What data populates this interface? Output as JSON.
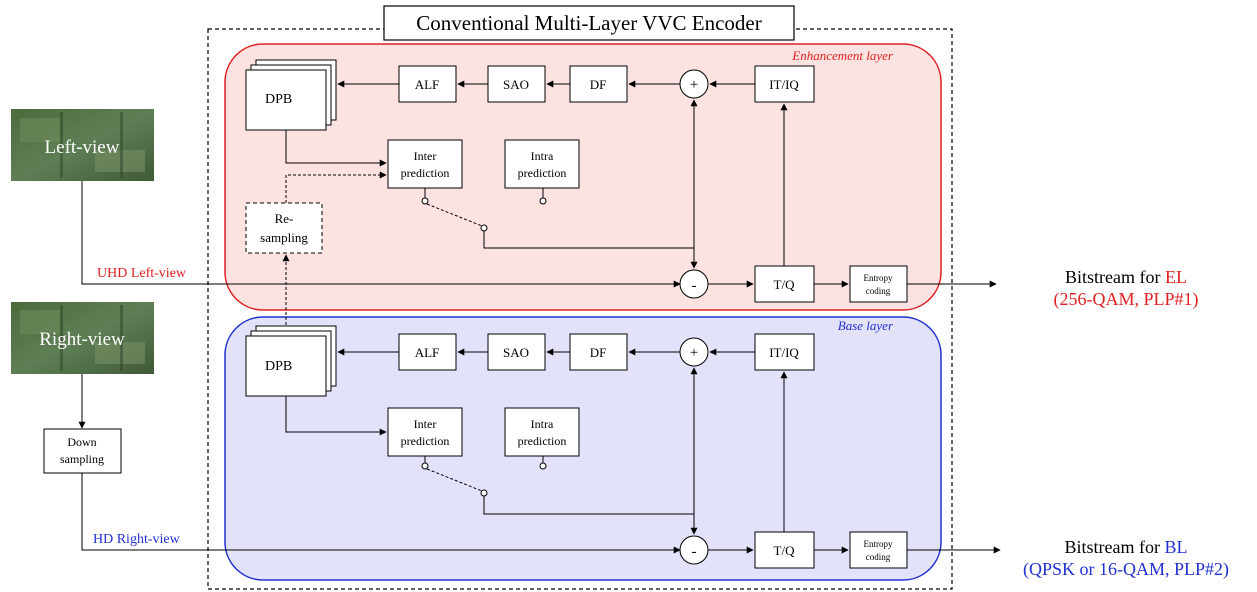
{
  "title": "Conventional Multi-Layer VVC Encoder",
  "inputs": {
    "left_view": "Left-view",
    "right_view": "Right-view",
    "uhd_label": "UHD Left-view",
    "hd_label": "HD Right-view",
    "down_sampling": [
      "Down",
      "sampling"
    ]
  },
  "layers": {
    "enhancement": {
      "label": "Enhancement layer",
      "label_color": "#e02020",
      "fill": "#fde2e2",
      "stroke": "#e02020"
    },
    "base": {
      "label": "Base layer",
      "label_color": "#2030d0",
      "fill": "#e2e3fa",
      "stroke": "#2030d0"
    }
  },
  "blocks": {
    "dpb": "DPB",
    "alf": "ALF",
    "sao": "SAO",
    "df": "DF",
    "itiq": "IT/IQ",
    "tq": "T/Q",
    "inter": [
      "Inter",
      "prediction"
    ],
    "intra": [
      "Intra",
      "prediction"
    ],
    "entropy": [
      "Entropy",
      "coding"
    ],
    "resampling": [
      "Re-",
      "sampling"
    ],
    "plus": "+",
    "minus": "-"
  },
  "outputs": {
    "el": {
      "prefix": "Bitstream for ",
      "name": "EL",
      "detail": "(256-QAM, PLP#1)",
      "color": "#e02020"
    },
    "bl": {
      "prefix": "Bitstream for ",
      "name": "BL",
      "detail": "(QPSK or 16-QAM, PLP#2)",
      "color": "#2030d0"
    }
  }
}
